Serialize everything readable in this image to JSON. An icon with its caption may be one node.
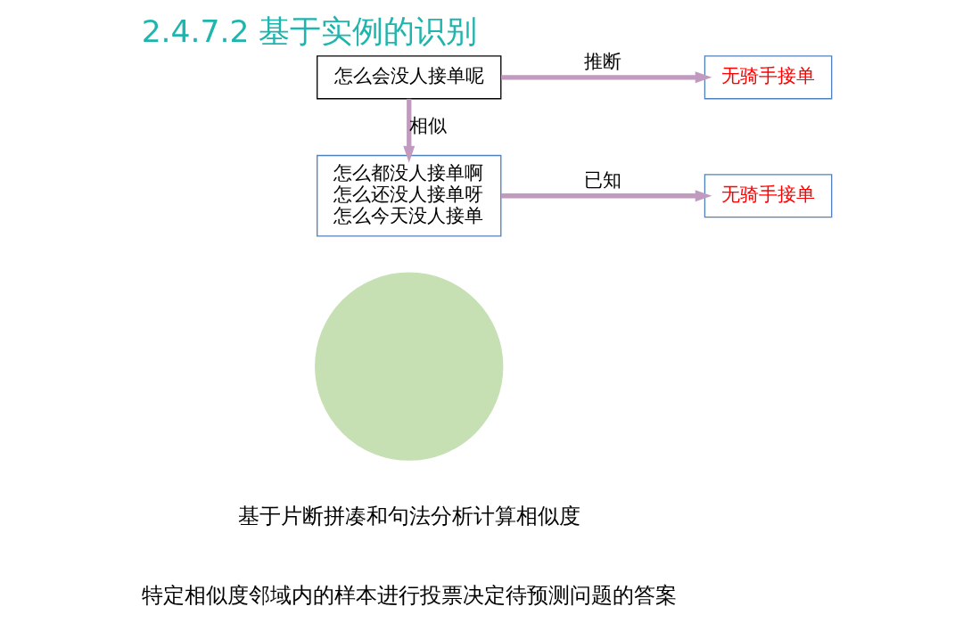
{
  "diagram": {
    "title": "2.4.7.2 基于实例的识别",
    "nodes": [
      {
        "text": [
          "怎么会没人接单呢"
        ]
      },
      {
        "text": [
          "无骑手接单"
        ]
      },
      {
        "text": [
          "怎么都没人接单啊",
          "怎么还没人接单呀",
          "怎么今天没人接单"
        ]
      },
      {
        "text": [
          "无骑手接单"
        ]
      },
      {
        "text": [],
        "shape": "circle"
      }
    ],
    "edges": [
      {
        "from": 0,
        "to": 1,
        "arrow": "to",
        "label": "推断"
      },
      {
        "from": 0,
        "to": 2,
        "arrow": "to",
        "label": "相似"
      },
      {
        "from": 2,
        "to": 3,
        "arrow": "to",
        "label": "已知"
      }
    ],
    "labels": [
      "基于片断拼凑和句法分析计算相似度",
      "特定相似度邻域内的样本进行投票决定待预测问题的答案"
    ]
  }
}
